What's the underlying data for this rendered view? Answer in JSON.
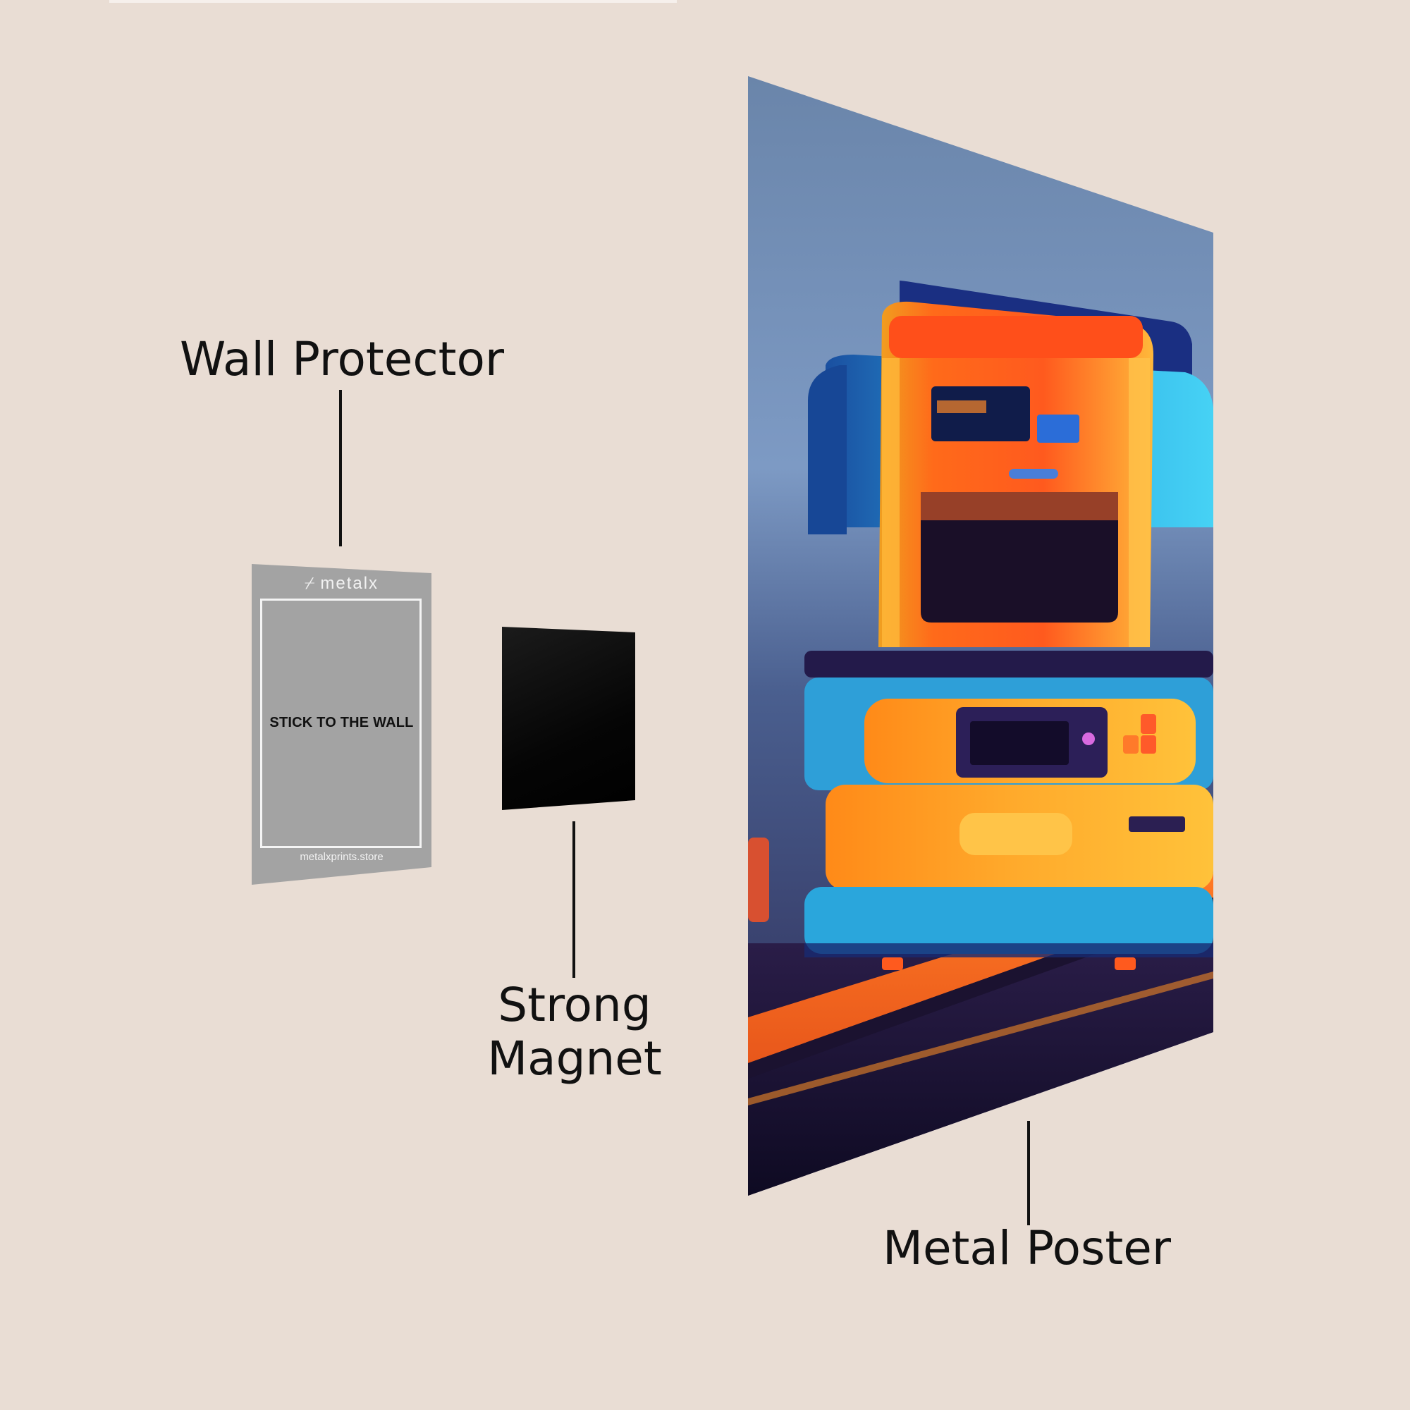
{
  "labels": {
    "wall_protector": "Wall Protector",
    "strong_magnet_line1": "Strong",
    "strong_magnet_line2": "Magnet",
    "metal_poster": "Metal Poster"
  },
  "wall_protector": {
    "brand": "metalx",
    "instruction": "STICK TO THE WALL",
    "website": "metalxprints.store"
  },
  "colors": {
    "background": "#e9ddd4",
    "protector": "#a3a3a3",
    "magnet": "#000000",
    "poster_sky": "#6f8db6",
    "poster_orange": "#f4a52a",
    "poster_cyan": "#2fb6e6"
  }
}
